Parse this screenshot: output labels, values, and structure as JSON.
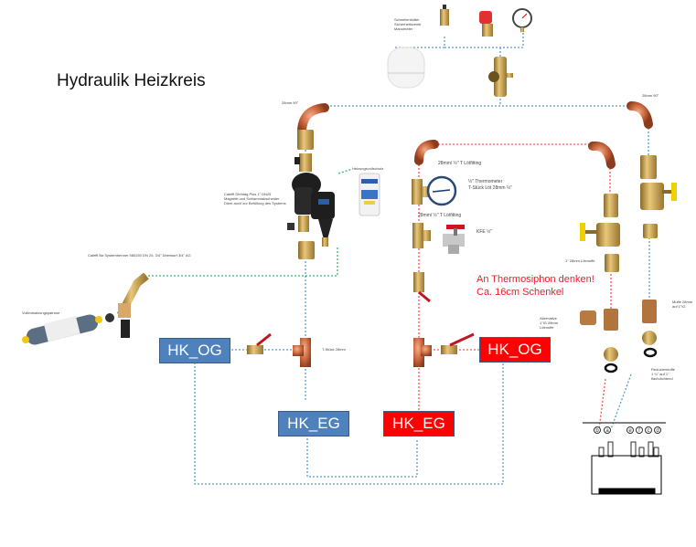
{
  "title": "Hydraulik Heizkreis",
  "labels": {
    "top_group": "Schnellentlüfter\nSicherheitsventil\nManometer",
    "elbow_left": "28mm 90°",
    "elbow_right": "28mm 90°",
    "dirtmag": "Caleffi Dirtmag Plus 1\" DN25\nMagnetit und Schlammabscheider\nDient auch zur Befüllung des Systems",
    "heizungsvollschutz": "Heizungsvollschutz",
    "systemtrenner": "Caleffi Ba Systemtrenner 580150 DN 20, 3/4\" Überwurf 3/4\" AG",
    "vollentsalzung": "Vollentsalzungspatrone",
    "t_stueck": "T-Stück 28mm",
    "t_loetfitting_1": "28mm/ ½\" T Lötfitting",
    "thermometer": "½\" Thermometer\nT-Stück Löt 28mm ½\"",
    "t_loetfitting_2": "28mm/ ½\" T Lötfitting",
    "kfe": "KFE ½\"",
    "loetmuffe": "1\" 28mm Lötmuffe",
    "alternative": "Alternative\n1\"IG 28mm\nLötmuffe",
    "muffe": "Muffe 28mm\nauf 1\"IG",
    "reduziermuffe": "Reduziermuffe\n1 ¼\" auf 1\"\nflachdichtend"
  },
  "note": "An Thermosiphon denken!\nCa. 16cm Schenkel",
  "circuits": [
    {
      "label": "HK_OG",
      "type": "return",
      "color": "#4f81bd"
    },
    {
      "label": "HK_EG",
      "type": "return",
      "color": "#4f81bd"
    },
    {
      "label": "HK_EG",
      "type": "flow",
      "color": "#ff0000"
    },
    {
      "label": "HK_OG",
      "type": "flow",
      "color": "#ff0000"
    }
  ],
  "boiler_ports": [
    "b",
    "a",
    "e",
    "f",
    "c",
    "d"
  ],
  "colors": {
    "return_line": "#5b9bd5",
    "flow_line": "#ff5050",
    "fill_line": "#3cb371",
    "copper": "#c8643c",
    "brass": "#c9a24a"
  }
}
